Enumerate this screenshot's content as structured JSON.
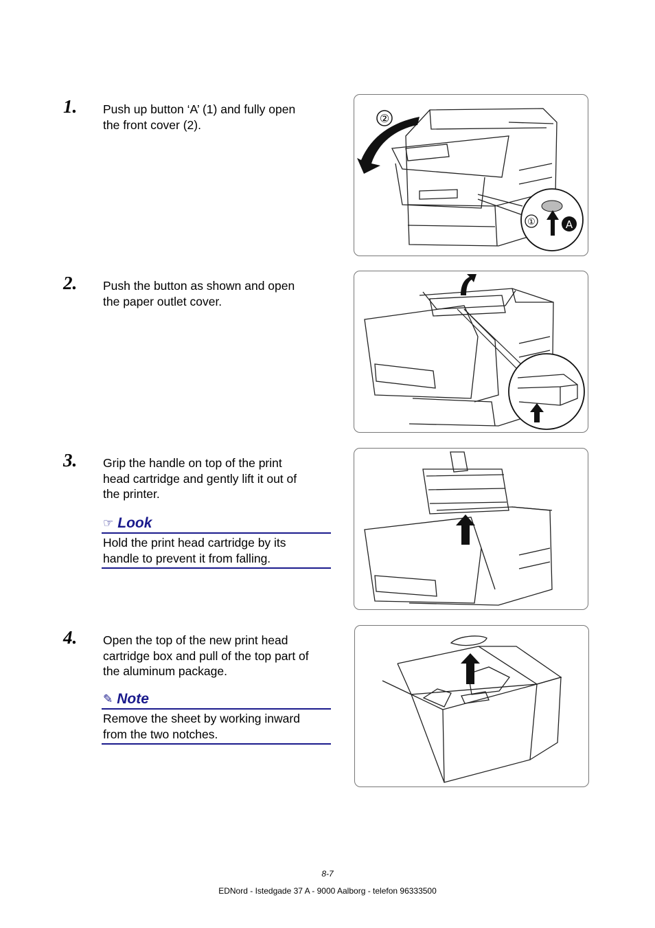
{
  "steps": [
    {
      "number": "1.",
      "text_lines": [
        "Push up button ‘A’ (1) and fully open",
        "the front cover (2)."
      ]
    },
    {
      "number": "2.",
      "text_lines": [
        "Push the button as shown and open",
        "the paper outlet cover."
      ]
    },
    {
      "number": "3.",
      "text_lines": [
        "Grip the handle on top of the print",
        "head cartridge and gently lift it out of",
        "the printer."
      ]
    },
    {
      "number": "4.",
      "text_lines": [
        "Open the top of the new print head",
        "cartridge box and pull of the top part of",
        "the aluminum package."
      ]
    }
  ],
  "look": {
    "icon": "pointing-hand-icon",
    "title": "Look",
    "body_lines": [
      "Hold the print head cartridge by its",
      "handle to prevent it from falling."
    ]
  },
  "note": {
    "icon": "pencil-icon",
    "title": "Note",
    "body_lines": [
      "Remove the sheet by working inward",
      "from the two notches."
    ]
  },
  "figure1_labels": {
    "cover": "②",
    "button": "①",
    "a": "A"
  },
  "page_number": "8-7",
  "footer": "EDNord - Istedgade 37 A - 9000 Aalborg - telefon 96333500",
  "colors": {
    "accent": "#1a1a8c"
  }
}
